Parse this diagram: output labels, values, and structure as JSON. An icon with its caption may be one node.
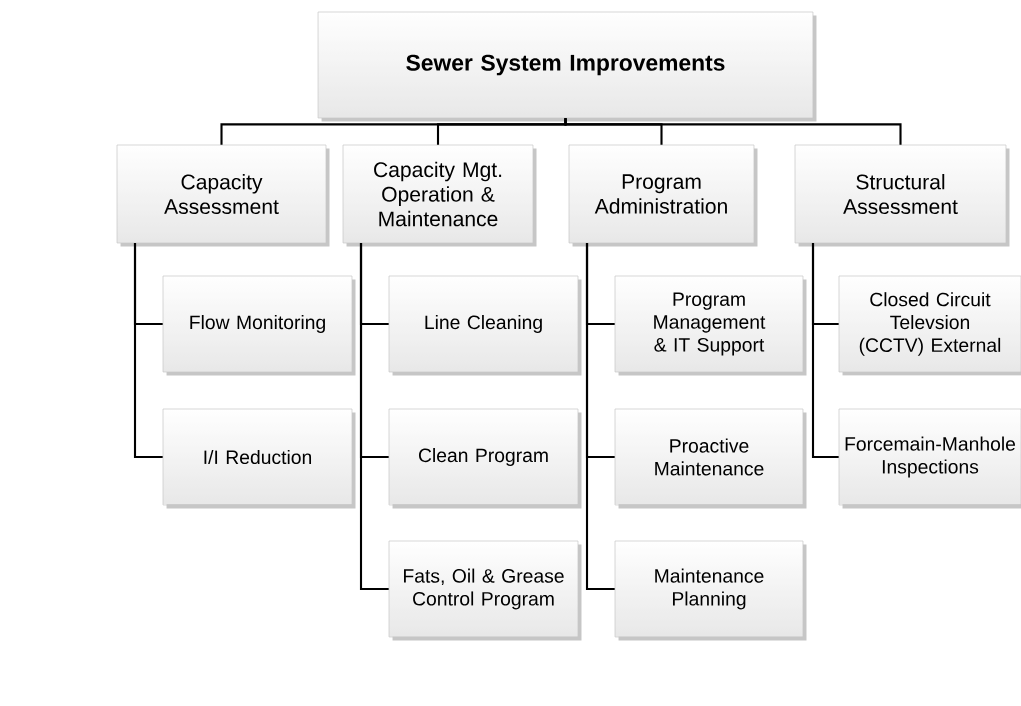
{
  "diagram": {
    "nodes": [
      {
        "text": [
          "Sewer System Improvements"
        ]
      },
      {
        "text": [
          "Capacity Assessment"
        ]
      },
      {
        "text": [
          "Capacity Mgt. Operation & Maintenance"
        ]
      },
      {
        "text": [
          "Program Administration"
        ]
      },
      {
        "text": [
          "Structural Assessment"
        ]
      },
      {
        "text": [
          "Flow Monitoring"
        ]
      },
      {
        "text": [
          "I/I Reduction"
        ]
      },
      {
        "text": [
          "Line Cleaning"
        ]
      },
      {
        "text": [
          "Clean Program"
        ]
      },
      {
        "text": [
          "Fats, Oil & Grease Control Program"
        ]
      },
      {
        "text": [
          "Program Management & IT Support"
        ]
      },
      {
        "text": [
          "Proactive Maintenance"
        ]
      },
      {
        "text": [
          "Maintenance Planning"
        ]
      },
      {
        "text": [
          "Closed Circuit Televsion (CCTV) External"
        ]
      },
      {
        "text": [
          "Forcemain-Manhole Inspections"
        ]
      }
    ],
    "edges": [
      {
        "from": 0,
        "to": 1,
        "arrow": "none"
      },
      {
        "from": 0,
        "to": 2,
        "arrow": "none"
      },
      {
        "from": 0,
        "to": 3,
        "arrow": "none"
      },
      {
        "from": 0,
        "to": 4,
        "arrow": "none"
      },
      {
        "from": 1,
        "to": 5,
        "arrow": "none"
      },
      {
        "from": 1,
        "to": 6,
        "arrow": "none"
      },
      {
        "from": 2,
        "to": 7,
        "arrow": "none"
      },
      {
        "from": 2,
        "to": 8,
        "arrow": "none"
      },
      {
        "from": 2,
        "to": 9,
        "arrow": "none"
      },
      {
        "from": 3,
        "to": 10,
        "arrow": "none"
      },
      {
        "from": 3,
        "to": 11,
        "arrow": "none"
      },
      {
        "from": 3,
        "to": 12,
        "arrow": "none"
      },
      {
        "from": 4,
        "to": 13,
        "arrow": "none"
      },
      {
        "from": 4,
        "to": 14,
        "arrow": "none"
      }
    ]
  }
}
